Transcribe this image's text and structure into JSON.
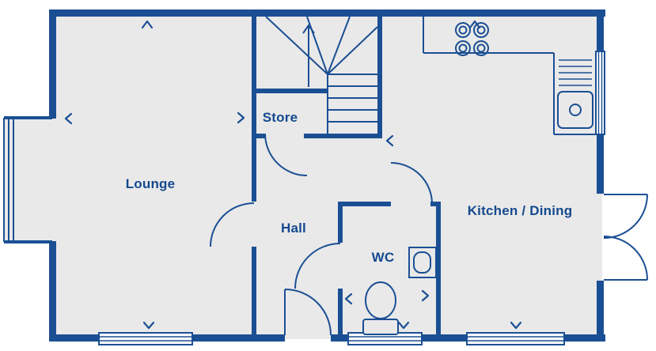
{
  "rooms": {
    "lounge": {
      "label": "Lounge"
    },
    "store": {
      "label": "Store"
    },
    "hall": {
      "label": "Hall"
    },
    "wc": {
      "label": "WC"
    },
    "kitchen_dining": {
      "label": "Kitchen / Dining"
    }
  },
  "colors": {
    "line-color": "#1b4f94",
    "text-color": "#14498e",
    "floor-color": "#e9e9e9",
    "bg-color": "#ffffff"
  }
}
